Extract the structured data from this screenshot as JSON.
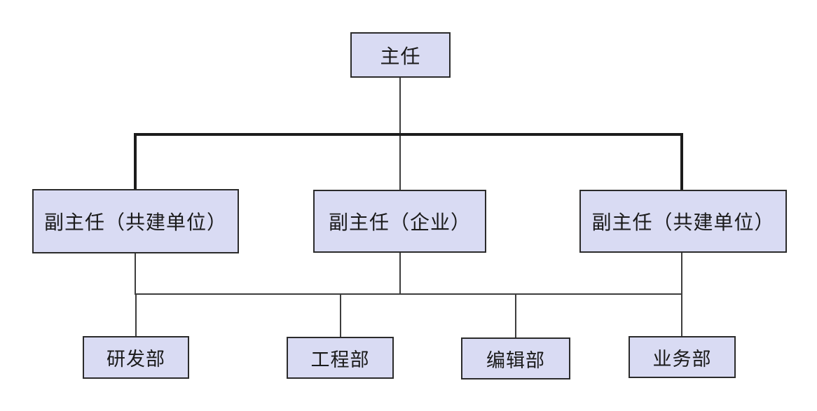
{
  "chart": {
    "type": "org-chart",
    "colors": {
      "background": "#ffffff",
      "node_fill": "#d9dbf3",
      "node_border": "#2b2b2b",
      "connector": "#3d3d3d",
      "connector_bold": "#1c1c1c",
      "text": "#1a1a1a"
    },
    "nodes": {
      "director": {
        "label": "主任"
      },
      "deputy_left": {
        "label": "副主任（共建单位）"
      },
      "deputy_middle": {
        "label": "副主任（企业）"
      },
      "deputy_right": {
        "label": "副主任（共建单位）"
      },
      "dept_rd": {
        "label": "研发部"
      },
      "dept_eng": {
        "label": "工程部"
      },
      "dept_edit": {
        "label": "编辑部"
      },
      "dept_biz": {
        "label": "业务部"
      }
    },
    "edges": [
      {
        "from": "director",
        "to": "deputy_left"
      },
      {
        "from": "director",
        "to": "deputy_middle"
      },
      {
        "from": "director",
        "to": "deputy_right"
      },
      {
        "from": "deputies-shared-bus",
        "to": "dept_rd"
      },
      {
        "from": "deputies-shared-bus",
        "to": "dept_eng"
      },
      {
        "from": "deputies-shared-bus",
        "to": "dept_edit"
      },
      {
        "from": "deputies-shared-bus",
        "to": "dept_biz"
      }
    ]
  }
}
